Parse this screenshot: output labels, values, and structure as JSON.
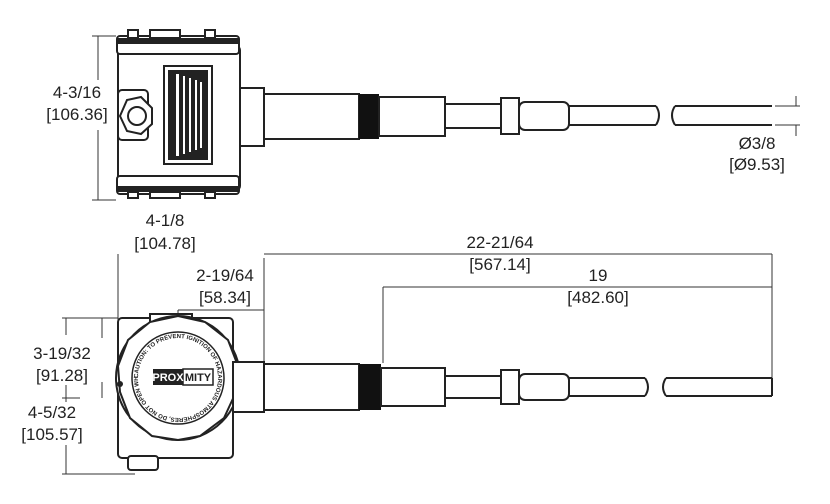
{
  "dims": {
    "height_top": "4-3/16",
    "height_top_mm": "[106.36]",
    "cable_dia": "Ø3/8",
    "cable_dia_mm": "[Ø9.53]",
    "width": "4-1/8",
    "width_mm": "[104.78]",
    "overall_len": "22-21/64",
    "overall_len_mm": "[567.14]",
    "probe_len": "19",
    "probe_len_mm": "[482.60]",
    "body_offset": "2-19/64",
    "body_offset_mm": "[58.34]",
    "side_height": "3-19/32",
    "side_height_mm": "[91.28]",
    "total_height": "4-5/32",
    "total_height_mm": "[105.57]"
  },
  "brand": {
    "left": "PROX",
    "right": "MITY"
  },
  "cover_text": "CAUTION: TO PREVENT IGNITION OF HAZARDOUS ATMOSPHERES, DO NOT OPEN WHILE ENERGIZED"
}
